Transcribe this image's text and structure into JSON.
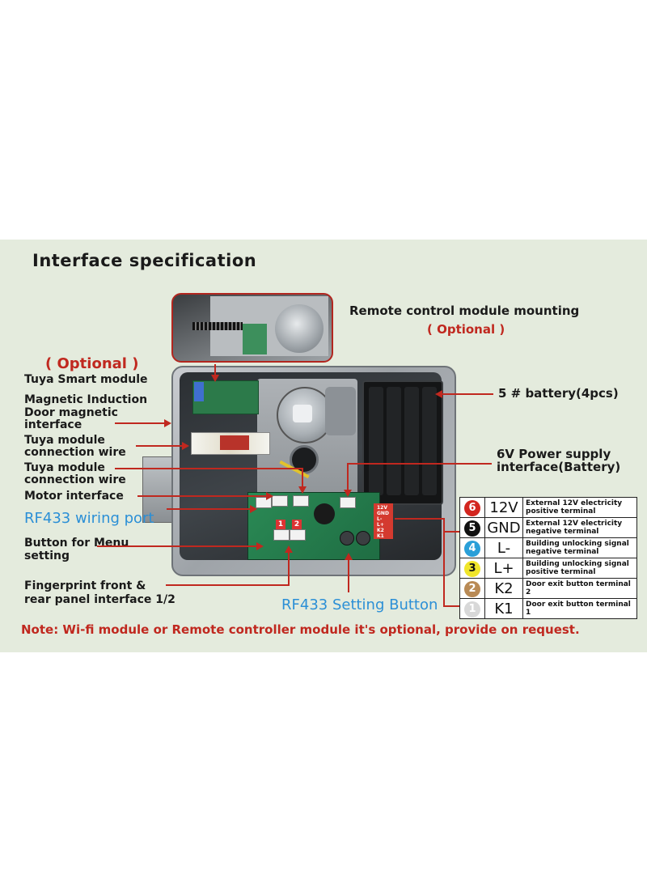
{
  "title": "Interface specification",
  "labels": {
    "remote_module": "Remote control module mounting",
    "remote_optional": "( Optional )",
    "tuya_optional": "( Optional )",
    "tuya_smart": "Tuya Smart module",
    "magnetic_1": "Magnetic Induction",
    "magnetic_2": "Door magnetic",
    "magnetic_3": "interface",
    "tuya_wire_1_a": "Tuya module",
    "tuya_wire_1_b": "connection wire",
    "tuya_wire_2_a": "Tuya module",
    "tuya_wire_2_b": "connection wire",
    "motor_interface": "Motor interface",
    "rf433_port": "RF433 wiring port",
    "menu_button_a": "Button for Menu",
    "menu_button_b": "setting",
    "fingerprint_a": "Fingerprint front &",
    "fingerprint_b": "rear panel interface 1/2",
    "rf433_button": "RF433 Setting Button",
    "battery": "5 # battery(4pcs)",
    "power_a": "6V Power supply",
    "power_b": "interface(Battery)"
  },
  "board_tags": {
    "tag1": "1",
    "tag2": "2",
    "strip": [
      "12V",
      "GND",
      "L-",
      "L+",
      "K2",
      "K1"
    ]
  },
  "terminals": [
    {
      "num": "6",
      "code": "12V",
      "desc_a": "External 12V electricity",
      "desc_b": "positive terminal",
      "color": "#d3261f",
      "text": "#ffffff"
    },
    {
      "num": "5",
      "code": "GND",
      "desc_a": "External 12V electricity",
      "desc_b": "negative terminal",
      "color": "#111111",
      "text": "#ffffff"
    },
    {
      "num": "4",
      "code": "L-",
      "desc_a": "Building unlocking signal",
      "desc_b": "negative terminal",
      "color": "#2a9fd8",
      "text": "#ffffff"
    },
    {
      "num": "3",
      "code": "L+",
      "desc_a": "Building unlocking signal",
      "desc_b": "positive terminal",
      "color": "#f0e52a",
      "text": "#111111"
    },
    {
      "num": "2",
      "code": "K2",
      "desc_a": "Door exit button terminal 2",
      "desc_b": "",
      "color": "#b98a55",
      "text": "#ffffff"
    },
    {
      "num": "1",
      "code": "K1",
      "desc_a": "Door exit button terminal 1",
      "desc_b": "",
      "color": "#d8d8d8",
      "text": "#ffffff"
    }
  ],
  "note": "Note: Wi-fi module or Remote controller module it's optional, provide on request.",
  "colors": {
    "accent_red": "#c0281f",
    "label_blue": "#2b8fd6",
    "background": "#e4ebdd"
  }
}
